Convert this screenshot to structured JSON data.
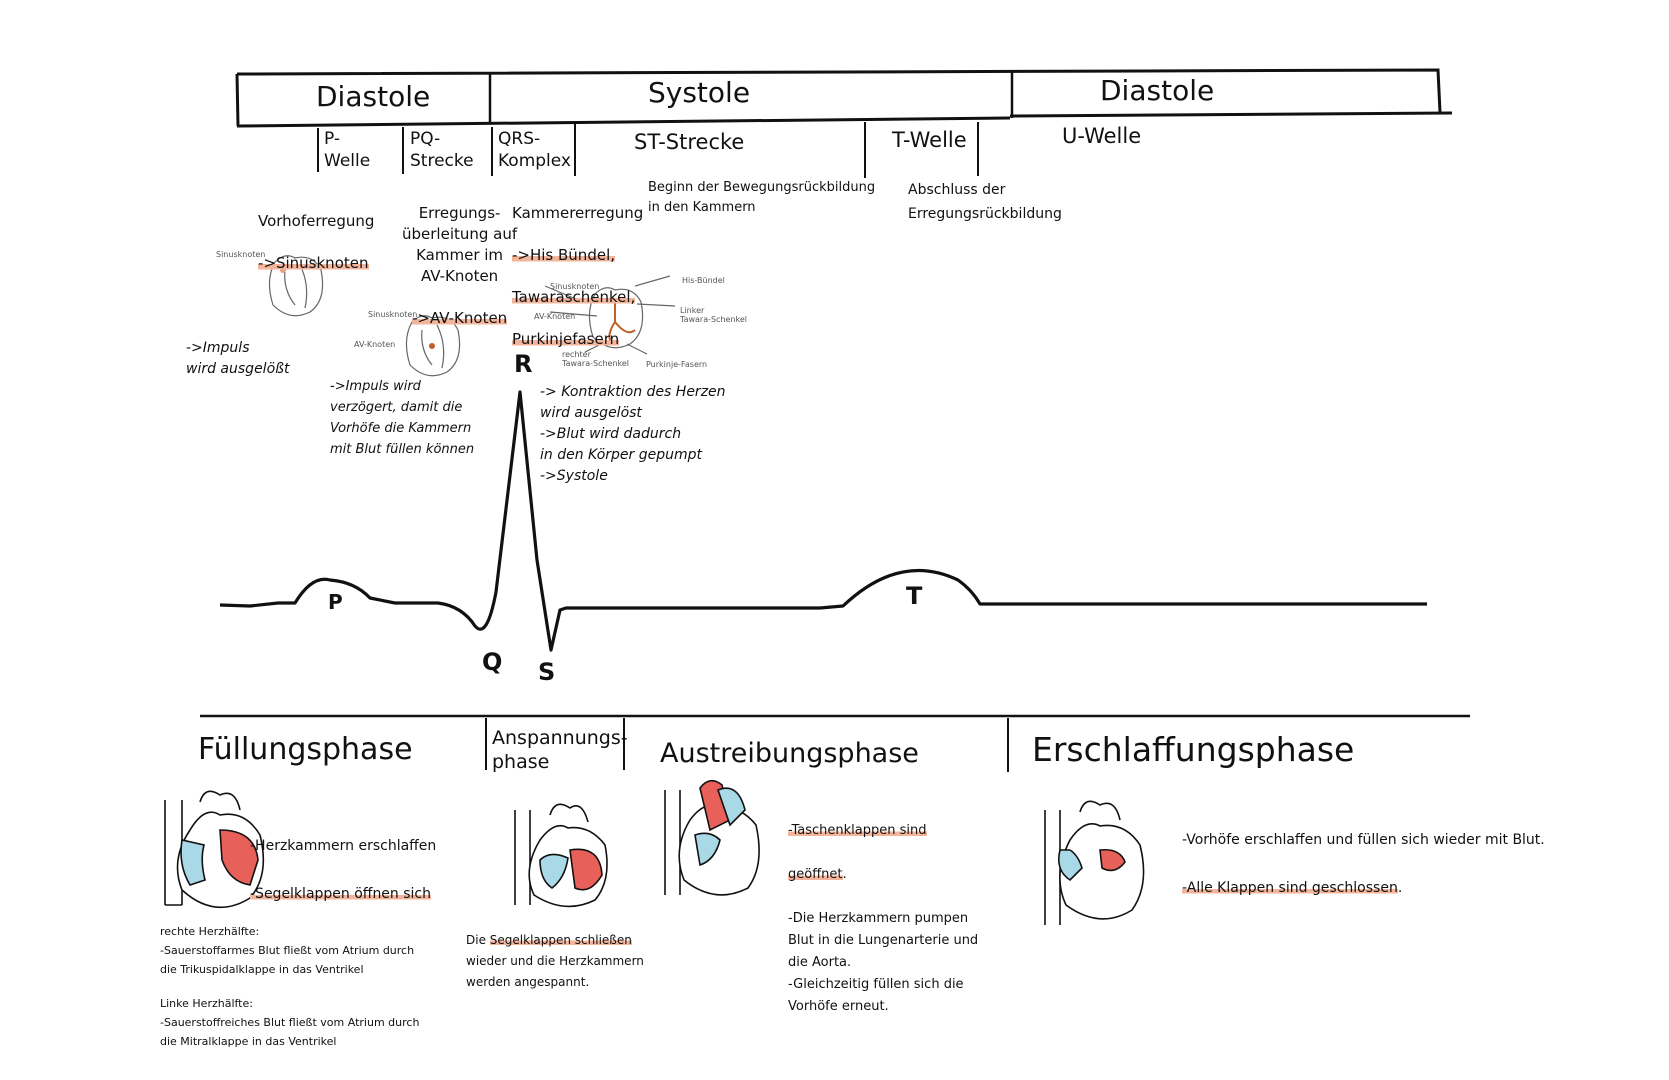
{
  "header": {
    "diastole_left": "Diastole",
    "systole": "Systole",
    "diastole_right": "Diastole",
    "p_welle": "P-\nWelle",
    "pq_strecke": "PQ-\nStrecke",
    "qrs": "QRS-\nKomplex",
    "st_strecke": "ST-Strecke",
    "t_welle": "T-Welle",
    "u_welle": "U-Welle"
  },
  "desc": {
    "p_main": "Vorhoferregung",
    "p_hl": "->Sinusknoten",
    "pq_main": "Erregungs-\nüberleitung auf\nKammer im\nAV-Knoten",
    "pq_hl": "->AV-Knoten",
    "qrs_main": "Kammererregung",
    "qrs_hl1": "->His Bündel,",
    "qrs_hl2": "Tawaraschenkel,",
    "qrs_hl3": "Purkinjefasern",
    "st": "Beginn der Bewegungsrückbildung\nin den Kammern",
    "t": "Abschluss der\nErregungsrückbildung"
  },
  "notes": {
    "impuls": "->Impuls\nwird ausgelößt",
    "verzoegert": "->Impuls wird\nverzögert, damit die\nVorhöfe die Kammern\nmit Blut füllen können",
    "kontraktion": "-> Kontraktion des Herzen\nwird ausgelöst\n->Blut wird dadurch\nin den Körper gepumpt\n->Systole"
  },
  "heart_labels": {
    "sinusknoten": "Sinusknoten",
    "av_knoten": "AV-Knoten",
    "his_buendel": "His-Bündel",
    "linker_tawara": "Linker\nTawara-Schenkel",
    "rechter_tawara": "rechter\nTawara-Schenkel",
    "purkinje": "Purkinje-Fasern"
  },
  "ecg_labels": {
    "p": "P",
    "q": "Q",
    "r": "R",
    "s": "S",
    "t": "T"
  },
  "phases": {
    "fuellung": "Füllungsphase",
    "anspannung": "Anspannungs-\nphase",
    "austreibung": "Austreibungsphase",
    "erschlaffung": "Erschlaffungsphase"
  },
  "phase_text": {
    "f1": "-Herzkammern erschlaffen",
    "f2": "-Segelklappen öffnen sich",
    "f_rechts": "rechte Herzhälfte:\n-Sauerstoffarmes Blut fließt vom Atrium durch\ndie Trikuspidalklappe in das Ventrikel",
    "f_links": "Linke Herzhälfte:\n-Sauerstoffreiches Blut fließt vom Atrium durch\ndie Mitralklappe in das Ventrikel",
    "a_pre": "Die ",
    "a_hl": "Segelklappen schließen",
    "a_post": "\nwieder und die Herzkammern\nwerden angespannt.",
    "au_hl1": "-Taschenklappen sind",
    "au_hl2": "geöffnet",
    "au_dot": ".",
    "au_rest": "-Die Herzkammern pumpen\nBlut in die Lungenarterie und\ndie Aorta.\n-Gleichzeitig füllen sich die\nVorhöfe erneut.",
    "e1": "-Vorhöfe erschlaffen und füllen sich wieder mit Blut.",
    "e2": "-Alle Klappen sind geschlossen",
    "e2_dot": "."
  },
  "colors": {
    "highlight": "#f2b49a",
    "red": "#e8605a",
    "blue": "#a9d8e6",
    "line": "#111111"
  }
}
